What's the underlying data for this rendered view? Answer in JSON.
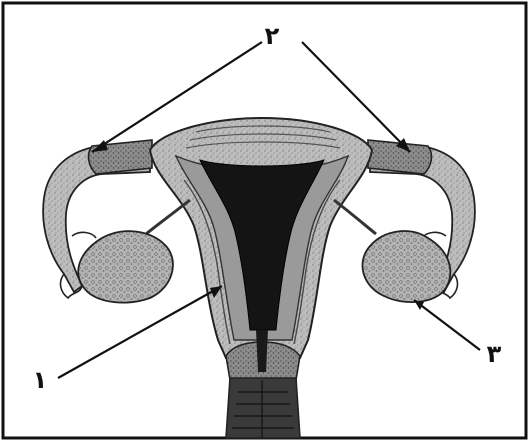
{
  "labels": {
    "top": "۲",
    "left_bottom": "۱",
    "right_bottom": "۳"
  },
  "colors": {
    "border": "#111111",
    "tissue_light": "#b9b9b9",
    "tissue_mid": "#8e8e8e",
    "tissue_dark": "#3a3a3a",
    "cavity": "#141414",
    "ovary": "#a8a8a8",
    "leader": "#111111"
  }
}
